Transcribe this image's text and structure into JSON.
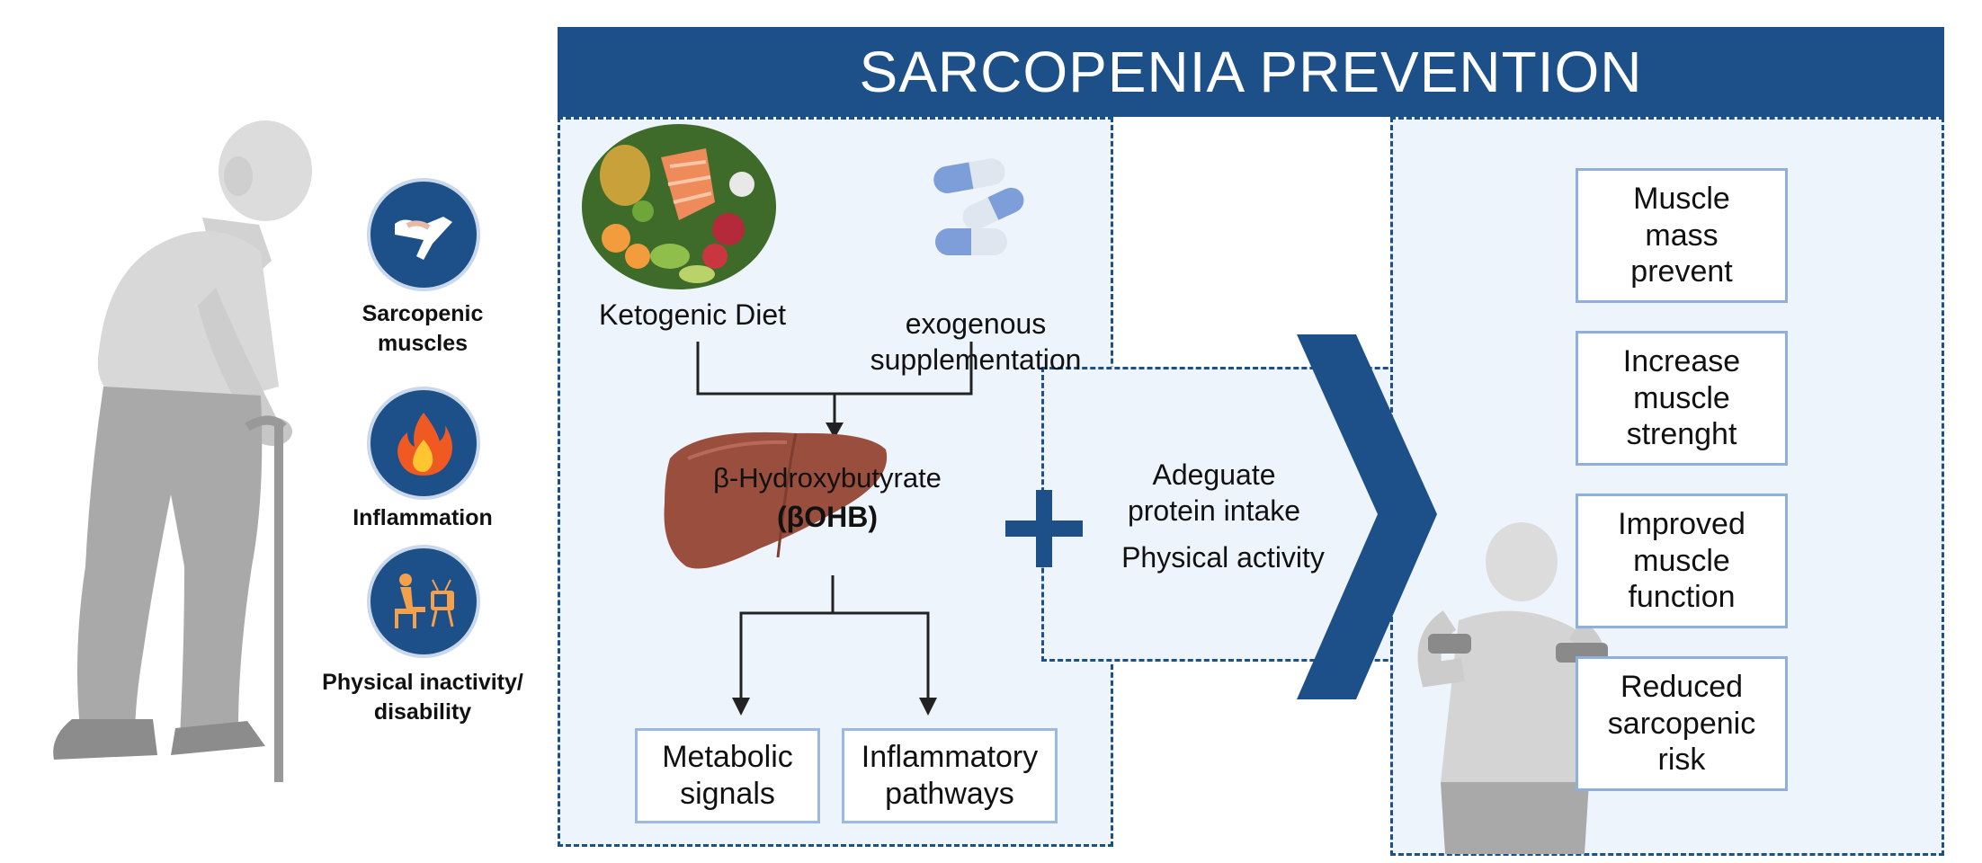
{
  "banner": {
    "title": "SARCOPENIA PREVENTION"
  },
  "risk_factors": [
    {
      "icon": "arm-muscle-icon",
      "label": "Sarcopenic\nmuscles"
    },
    {
      "icon": "fire-icon",
      "label": "Inflammation"
    },
    {
      "icon": "sedentary-person-tv-icon",
      "label": "Physical inactivity/\ndisability"
    }
  ],
  "interventions": {
    "diet_label": "Ketogenic Diet",
    "supplement_label": "exogenous\nsupplementation",
    "bohb_name": "β-Hydroxybutyrate",
    "bohb_abbr": "(βOHB)",
    "effects": [
      "Metabolic\nsignals",
      "Inflammatory\npathways"
    ]
  },
  "adjuncts": {
    "protein": "Adeguate\nprotein intake",
    "activity": "Physical activity"
  },
  "outcomes": [
    "Muscle\nmass\nprevent",
    "Increase\nmuscle\nstrenght",
    "Improved\nmuscle\nfunction",
    "Reduced\nsarcopenic\nrisk"
  ],
  "colors": {
    "brand": "#1d5089",
    "panel": "#eef4fb",
    "box_border": "#8fb0dc"
  }
}
